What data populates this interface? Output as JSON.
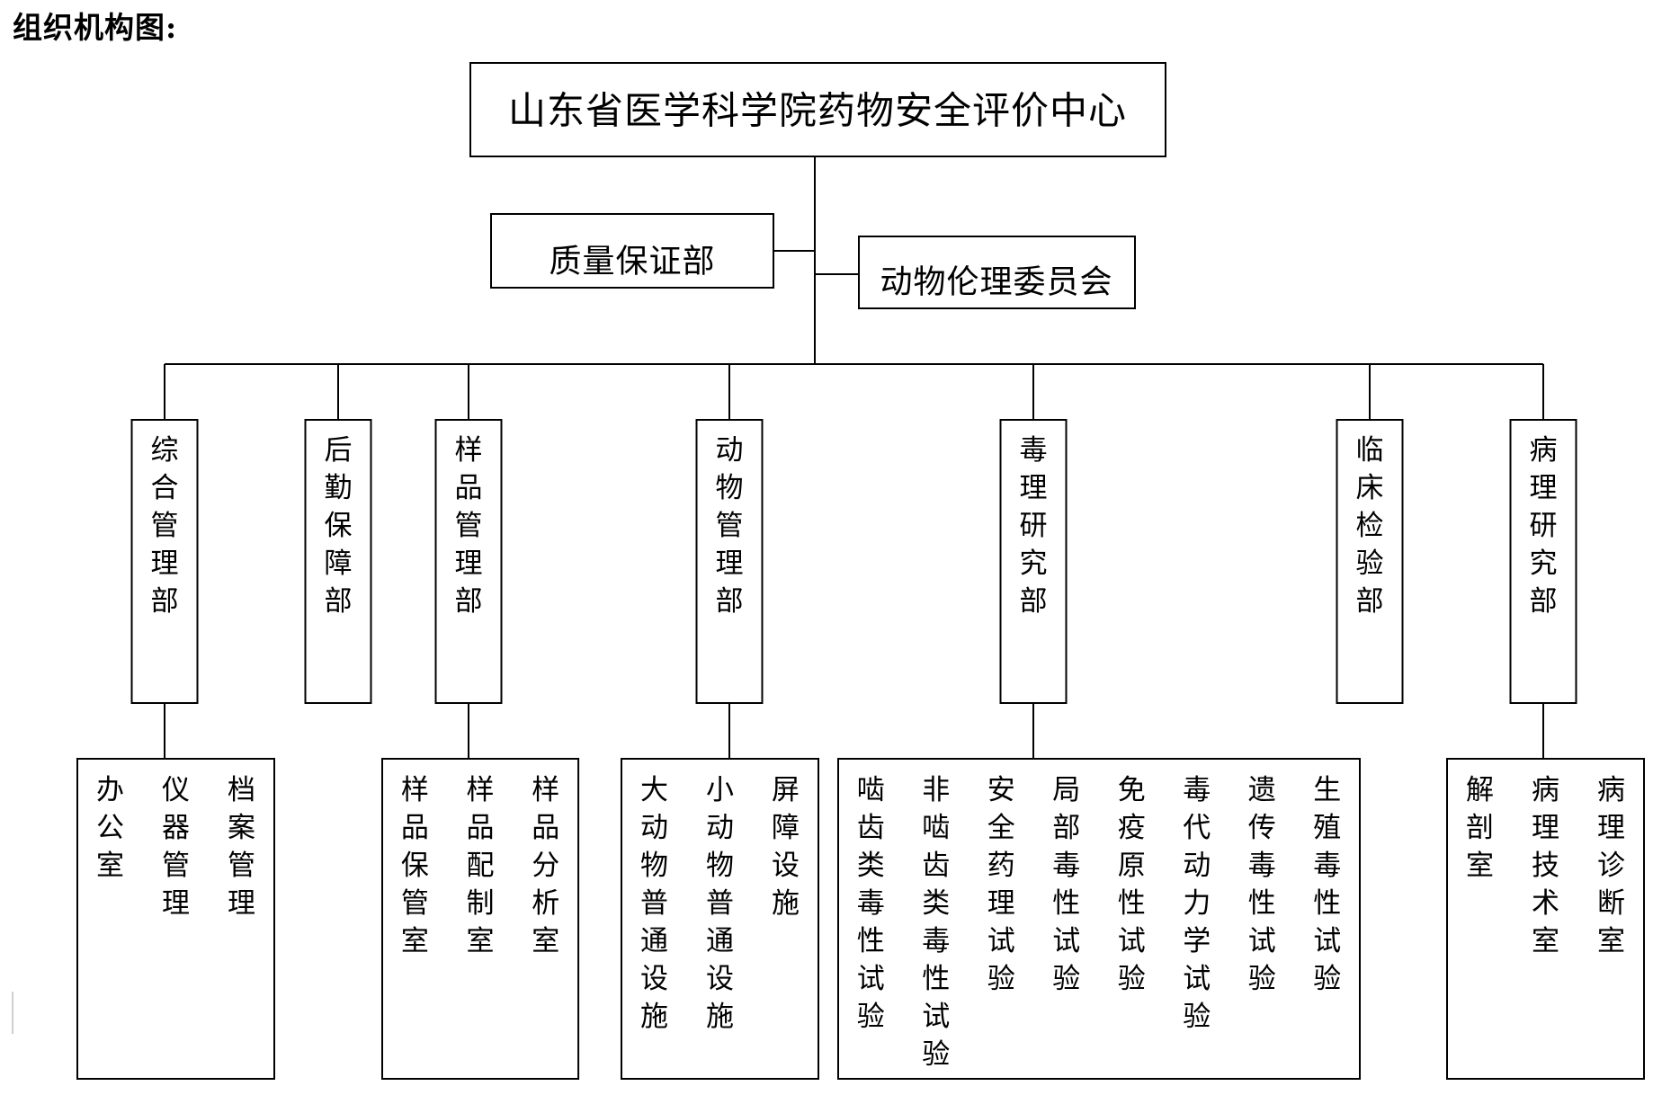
{
  "page": {
    "title": "组织机构图:"
  },
  "org": {
    "root": "山东省医学科学院药物安全评价中心",
    "qa": "质量保证部",
    "ethics": "动物伦理委员会",
    "departments": [
      {
        "name": "综合管理部",
        "units": [
          "办公室",
          "仪器管理",
          "档案管理"
        ]
      },
      {
        "name": "后勤保障部",
        "units": []
      },
      {
        "name": "样品管理部",
        "units": [
          "样品保管室",
          "样品配制室",
          "样品分析室"
        ]
      },
      {
        "name": "动物管理部",
        "units": [
          "大动物普通设施",
          "小动物普通设施",
          "屏障设施"
        ]
      },
      {
        "name": "毒理研究部",
        "units": [
          "啮齿类毒性试验",
          "非啮齿类毒性试验",
          "安全药理试验",
          "局部毒性试验",
          "免疫原性试验",
          "毒代动力学试验",
          "遗传毒性试验",
          "生殖毒性试验"
        ]
      },
      {
        "name": "临床检验部",
        "units": []
      },
      {
        "name": "病理研究部",
        "units": [
          "解剖室",
          "病理技术室",
          "病理诊断室"
        ]
      }
    ]
  }
}
